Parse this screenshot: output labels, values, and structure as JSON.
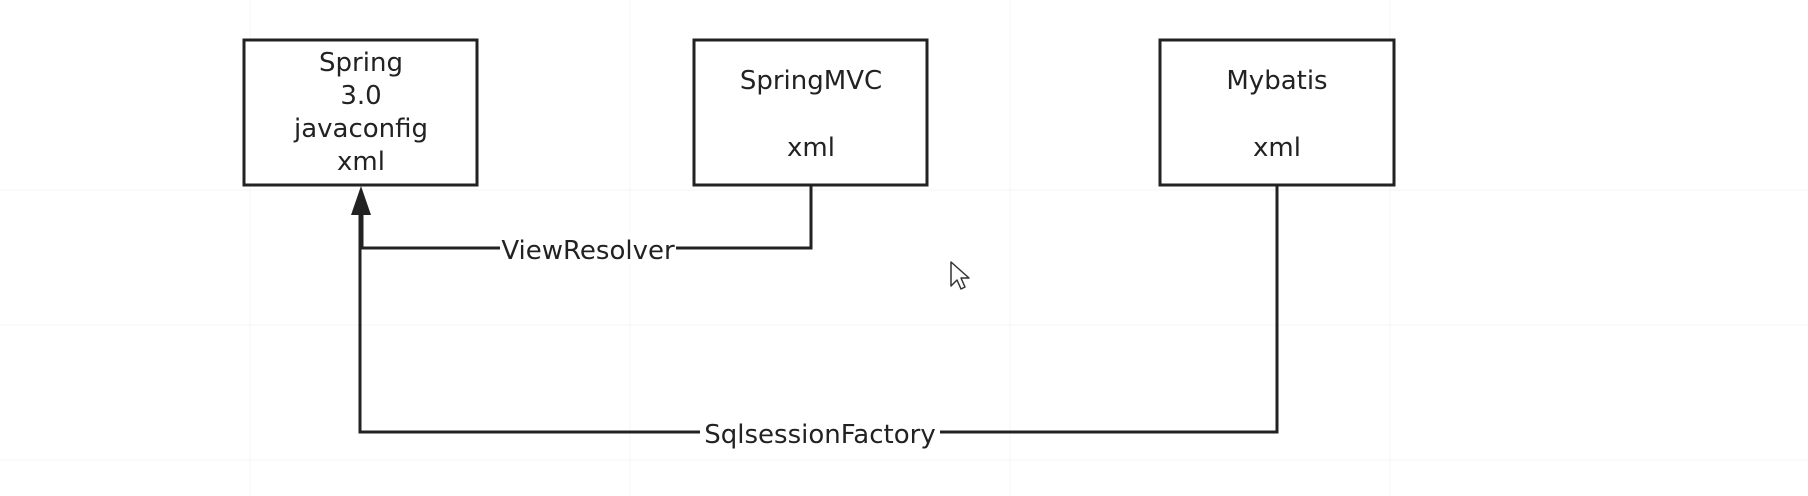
{
  "diagram": {
    "nodes": {
      "spring": {
        "lines": [
          "Spring",
          "3.0",
          "javaconfig",
          "xml"
        ]
      },
      "springmvc": {
        "lines": [
          "SpringMVC",
          "",
          "xml"
        ]
      },
      "mybatis": {
        "lines": [
          "Mybatis",
          "",
          "xml"
        ]
      }
    },
    "edges": {
      "viewresolver": {
        "from": "SpringMVC",
        "to": "Spring",
        "label": "ViewResolver"
      },
      "sqlsessionfactory": {
        "from": "Mybatis",
        "to": "Spring",
        "label": "SqlsessionFactory"
      }
    }
  }
}
